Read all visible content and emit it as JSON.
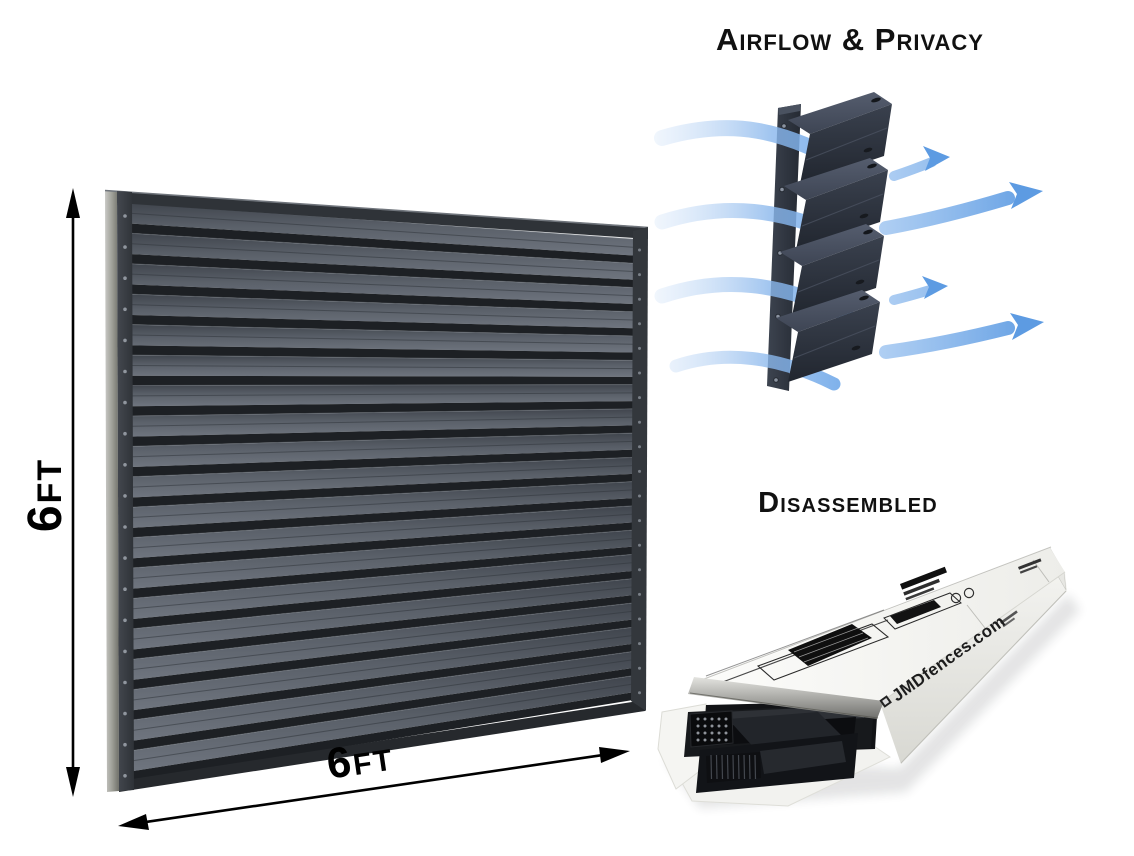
{
  "page": {
    "background": "#ffffff"
  },
  "airflow_section": {
    "title": "Airflow & Privacy"
  },
  "disassembled_section": {
    "title": "Disassembled",
    "box_side_text": "JMDfences.com"
  },
  "panel_diagram": {
    "height_label": "6FT",
    "width_label": "6FT"
  },
  "colors": {
    "dimension": "#000000",
    "heading_text": "#111111",
    "louver_face_top": "#40454d",
    "louver_face_mid": "#5a6069",
    "louver_face_bottom": "#6f757f",
    "louver_gap": "#1d2024",
    "frame_rail": "#3a3e44",
    "post_side_light": "#c6c6c2",
    "post_side_dark": "#75766e",
    "rivet": "#9aa0a8",
    "airflow_arrow": "#5d9be2",
    "airflow_arrow_light": "#b9d4f4",
    "airflow_louver_top": "#4a5160",
    "airflow_louver_front": "#2b313c",
    "airflow_rail": "#333946",
    "box_white": "#f7f7f4",
    "box_interior": "#121316",
    "box_contents": "#1a1c20",
    "box_print": "#1a1a1a"
  }
}
